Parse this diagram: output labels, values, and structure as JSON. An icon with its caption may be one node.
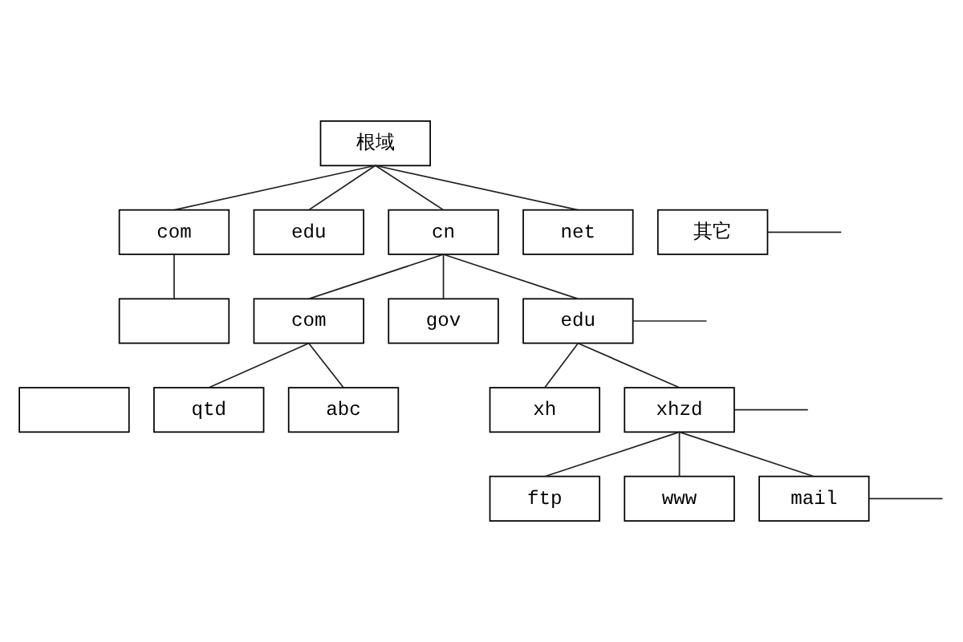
{
  "diagram": {
    "nodes": [
      {
        "text": [
          "根域"
        ]
      },
      {
        "text": [
          "com"
        ]
      },
      {
        "text": [
          "edu"
        ]
      },
      {
        "text": [
          "cn"
        ]
      },
      {
        "text": [
          "net"
        ]
      },
      {
        "text": [
          "其它"
        ]
      },
      {
        "text": [],
        "shape": "box"
      },
      {
        "text": [
          "com"
        ]
      },
      {
        "text": [
          "gov"
        ]
      },
      {
        "text": [
          "edu"
        ]
      },
      {
        "text": [],
        "shape": "box"
      },
      {
        "text": [
          "qtd"
        ]
      },
      {
        "text": [
          "abc"
        ]
      },
      {
        "text": [
          "xh"
        ]
      },
      {
        "text": [
          "xhzd"
        ]
      },
      {
        "text": [
          "ftp"
        ]
      },
      {
        "text": [
          "www"
        ]
      },
      {
        "text": [
          "mail"
        ]
      }
    ],
    "edges": [
      {
        "from": 0,
        "to": 1,
        "arrow": "none"
      },
      {
        "from": 0,
        "to": 2,
        "arrow": "none"
      },
      {
        "from": 0,
        "to": 3,
        "arrow": "none"
      },
      {
        "from": 0,
        "to": 4,
        "arrow": "none"
      },
      {
        "from": 5,
        "to": null,
        "arrow": "none"
      },
      {
        "from": 1,
        "to": 6,
        "arrow": "none"
      },
      {
        "from": 3,
        "to": 7,
        "arrow": "none"
      },
      {
        "from": 3,
        "to": 8,
        "arrow": "none"
      },
      {
        "from": 3,
        "to": 9,
        "arrow": "none"
      },
      {
        "from": 9,
        "to": null,
        "arrow": "none"
      },
      {
        "from": 7,
        "to": 11,
        "arrow": "none"
      },
      {
        "from": 7,
        "to": 12,
        "arrow": "none"
      },
      {
        "from": 9,
        "to": 13,
        "arrow": "none"
      },
      {
        "from": 9,
        "to": 14,
        "arrow": "none"
      },
      {
        "from": 14,
        "to": null,
        "arrow": "none"
      },
      {
        "from": 14,
        "to": 15,
        "arrow": "none"
      },
      {
        "from": 14,
        "to": 16,
        "arrow": "none"
      },
      {
        "from": 14,
        "to": 17,
        "arrow": "none"
      },
      {
        "from": 17,
        "to": null,
        "arrow": "none"
      }
    ]
  }
}
